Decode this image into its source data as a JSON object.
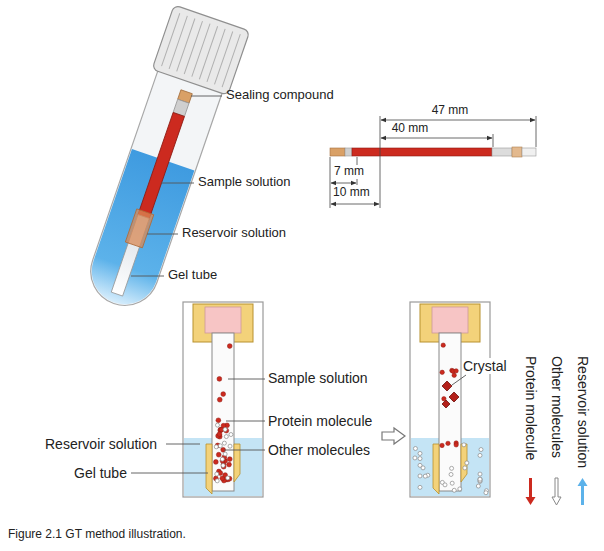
{
  "diagram": {
    "caption": "Figure 2.1 GT method illustration.",
    "labels": [
      "Sealing compound",
      "Sample solution",
      "Reservoir solution",
      "Gel tube",
      "47 mm",
      "40 mm",
      "7 mm",
      "10 mm",
      "Sample solution",
      "Protein molecule",
      "Other molecules",
      "Reservoir solution",
      "Gel tube",
      "Crystal"
    ],
    "legend": [
      {
        "text": "Protein molecule"
      },
      {
        "text": "Other molecules"
      },
      {
        "text": "Reservoir solution"
      }
    ]
  }
}
